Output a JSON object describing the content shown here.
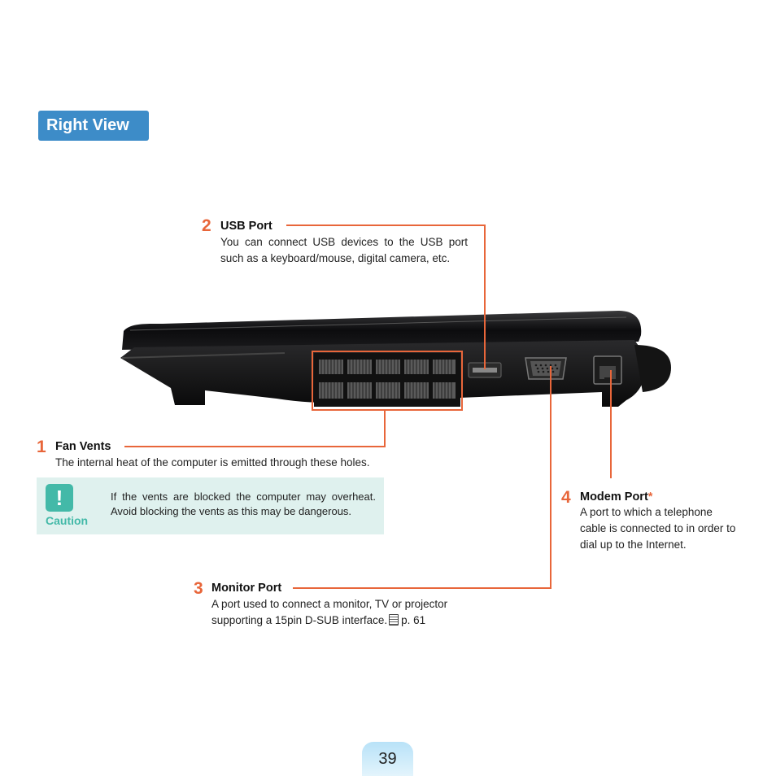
{
  "section": {
    "title": "Right View"
  },
  "callouts": {
    "usb": {
      "number": "2",
      "title": "USB Port",
      "description": "You can connect USB devices to the USB port such as a keyboard/mouse, digital camera, etc."
    },
    "fan": {
      "number": "1",
      "title": "Fan Vents",
      "description": "The internal heat of the computer is emitted through these holes."
    },
    "modem": {
      "number": "4",
      "title": "Modem Port",
      "asterisk": "*",
      "description": "A port to which a telephone cable is connected to in order to dial up to the Internet."
    },
    "monitor": {
      "number": "3",
      "title": "Monitor Port",
      "description_line1": "A port used to connect a monitor, TV or projector",
      "description_line2": "supporting a 15pin D-SUB interface.",
      "page_ref": "p. 61"
    }
  },
  "caution": {
    "label": "Caution",
    "icon_symbol": "!",
    "text": "If the vents are blocked the computer may overheat. Avoid blocking the vents as this may be dangerous."
  },
  "page_number": "39",
  "colors": {
    "accent": "#e8663a",
    "badge": "#3d8cc8",
    "caution": "#43b9a8",
    "caution_bg": "#dff1ee"
  }
}
